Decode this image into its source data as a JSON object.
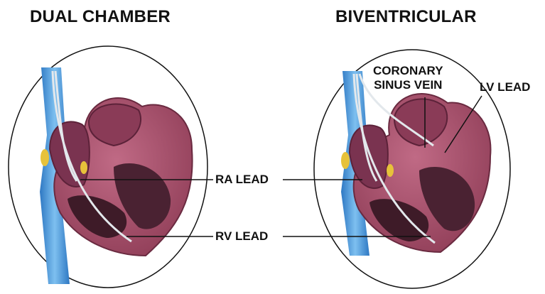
{
  "titles": {
    "left": "DUAL CHAMBER",
    "right": "BIVENTRICULAR"
  },
  "labels": {
    "ra_lead": "RA LEAD",
    "rv_lead": "RV LEAD",
    "coronary_line1": "CORONARY",
    "coronary_line2": "SINUS VEIN",
    "lv_lead": "LV LEAD"
  },
  "colors": {
    "vein_blue": "#3a8fd6",
    "heart_outer": "#a8526b",
    "heart_inner": "#7a2f48",
    "chamber_dark": "#3e1b28",
    "lead_gray": "#d7dde2",
    "node_yellow": "#e7c23a"
  }
}
